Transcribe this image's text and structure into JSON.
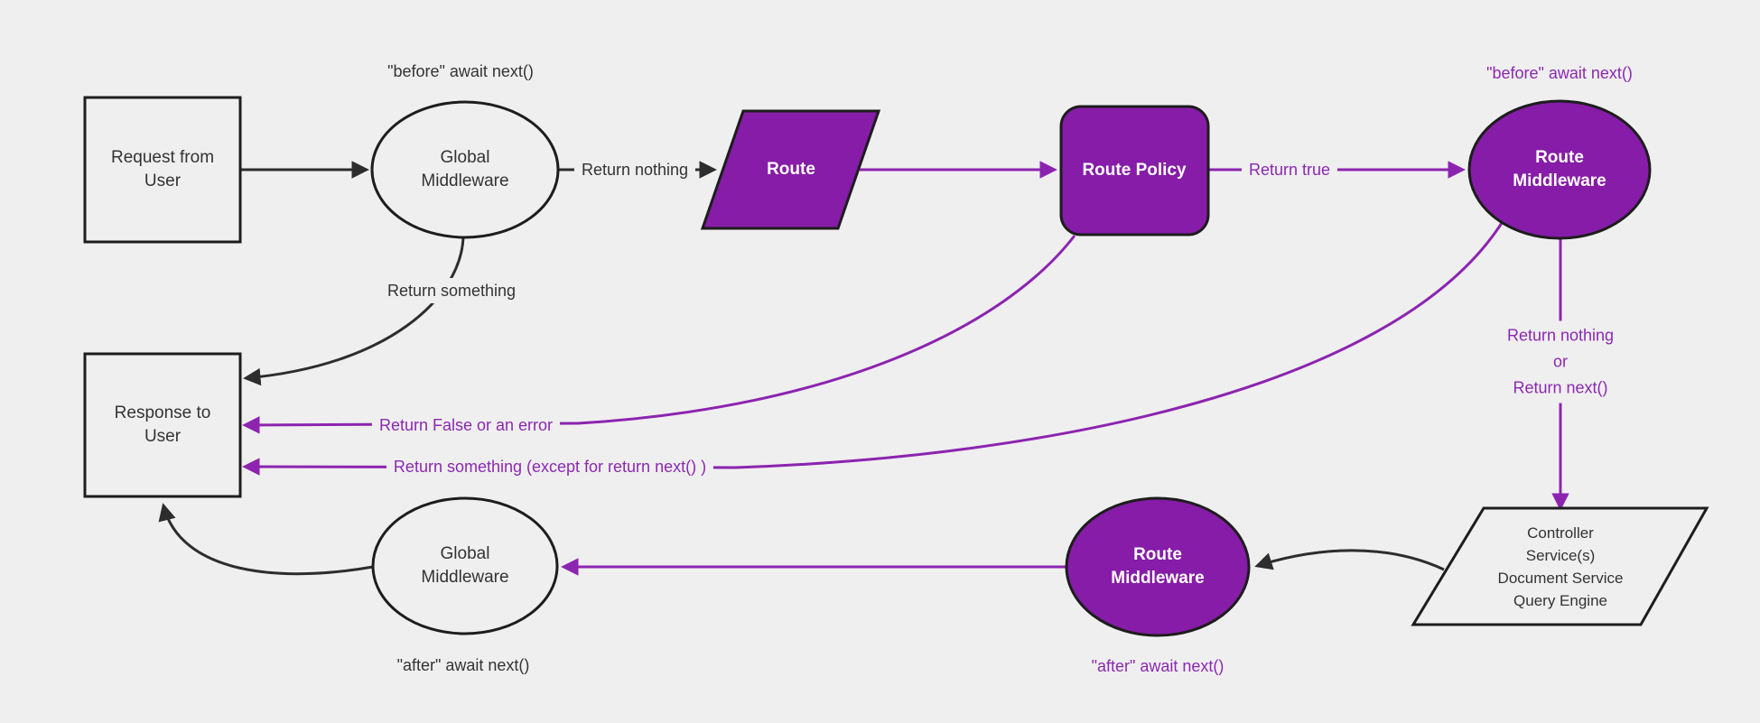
{
  "diagram": {
    "colors": {
      "background": "#efefef",
      "purple_fill": "#861ca8",
      "purple_accent": "#8c24b0",
      "purple_text": "#8c28b2",
      "line_black": "#2d2d2d",
      "shape_border": "#1d1d1d",
      "text_dark": "#333333",
      "text_on_purple": "#ffffff"
    },
    "nodes": {
      "request_from_user": {
        "label": "Request from\nUser",
        "shape": "rectangle"
      },
      "global_middleware_top": {
        "label": "Global\nMiddleware",
        "shape": "ellipse"
      },
      "route": {
        "label": "Route",
        "shape": "parallelogram"
      },
      "route_policy": {
        "label": "Route Policy",
        "shape": "rounded-rectangle"
      },
      "route_middleware_top": {
        "label": "Route\nMiddleware",
        "shape": "ellipse"
      },
      "controller_services": {
        "label": "Controller\nService(s)\nDocument Service\nQuery Engine",
        "shape": "parallelogram"
      },
      "route_middleware_bottom": {
        "label": "Route\nMiddleware",
        "shape": "ellipse"
      },
      "global_middleware_bottom": {
        "label": "Global\nMiddleware",
        "shape": "ellipse"
      },
      "response_to_user": {
        "label": "Response to\nUser",
        "shape": "rectangle"
      }
    },
    "edge_labels": {
      "before_await_next_global": "\"before\" await next()",
      "return_nothing": "Return nothing",
      "before_await_next_route": "\"before\" await next()",
      "return_true": "Return true",
      "return_nothing_or_return_next": "Return nothing\nor\nReturn next()",
      "return_false_or_error": "Return False or an error",
      "return_something_except_next": "Return something (except for return next() )",
      "return_something": "Return something",
      "after_await_next_route": "\"after\" await next()",
      "after_await_next_global": "\"after\" await next()"
    }
  }
}
